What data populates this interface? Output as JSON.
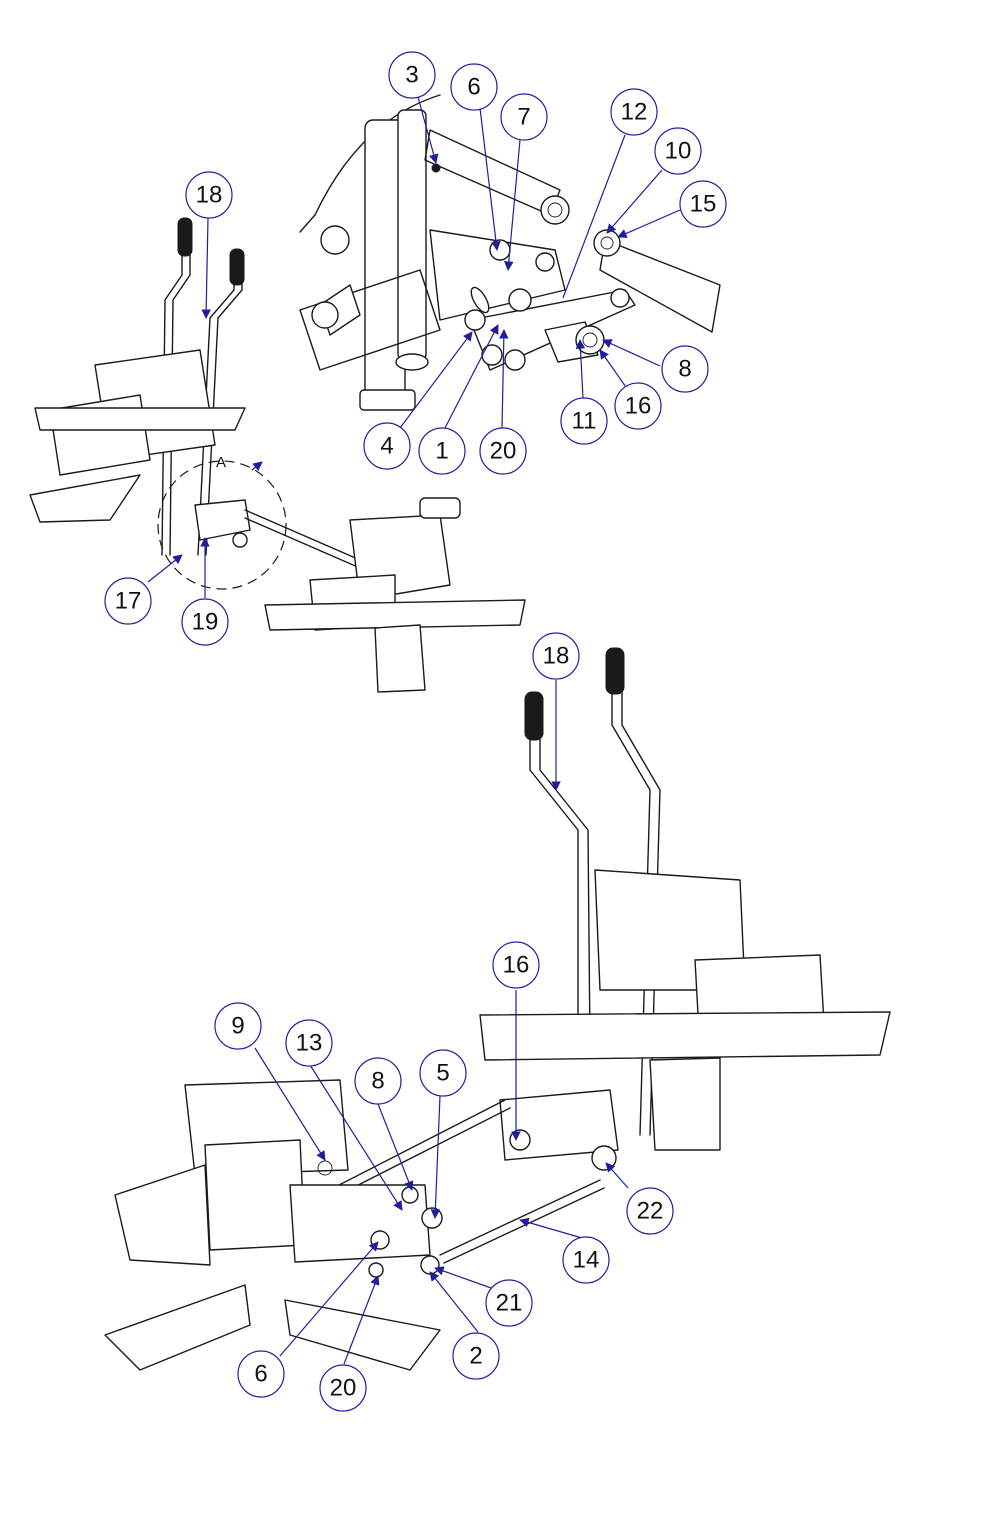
{
  "diagram": {
    "detail_view_label": "A",
    "callouts_top_detail": [
      {
        "id": "callout-3",
        "label": "3"
      },
      {
        "id": "callout-6-top",
        "label": "6"
      },
      {
        "id": "callout-7",
        "label": "7"
      },
      {
        "id": "callout-12",
        "label": "12"
      },
      {
        "id": "callout-10",
        "label": "10"
      },
      {
        "id": "callout-15",
        "label": "15"
      },
      {
        "id": "callout-8-top",
        "label": "8"
      },
      {
        "id": "callout-16-top",
        "label": "16"
      },
      {
        "id": "callout-11",
        "label": "11"
      },
      {
        "id": "callout-4",
        "label": "4"
      },
      {
        "id": "callout-1",
        "label": "1"
      },
      {
        "id": "callout-20-top",
        "label": "20"
      }
    ],
    "callouts_left_view": [
      {
        "id": "callout-18-left",
        "label": "18"
      },
      {
        "id": "callout-17",
        "label": "17"
      },
      {
        "id": "callout-19",
        "label": "19"
      }
    ],
    "callouts_main_view": [
      {
        "id": "callout-18-main",
        "label": "18"
      },
      {
        "id": "callout-16-main",
        "label": "16"
      },
      {
        "id": "callout-9",
        "label": "9"
      },
      {
        "id": "callout-13",
        "label": "13"
      },
      {
        "id": "callout-8-main",
        "label": "8"
      },
      {
        "id": "callout-5",
        "label": "5"
      },
      {
        "id": "callout-22",
        "label": "22"
      },
      {
        "id": "callout-14",
        "label": "14"
      },
      {
        "id": "callout-21",
        "label": "21"
      },
      {
        "id": "callout-2",
        "label": "2"
      },
      {
        "id": "callout-6-main",
        "label": "6"
      },
      {
        "id": "callout-20-main",
        "label": "20"
      }
    ],
    "colors": {
      "callout_stroke": "#1f1f9e",
      "line_art": "#1a1a1a",
      "background": "#ffffff"
    }
  }
}
